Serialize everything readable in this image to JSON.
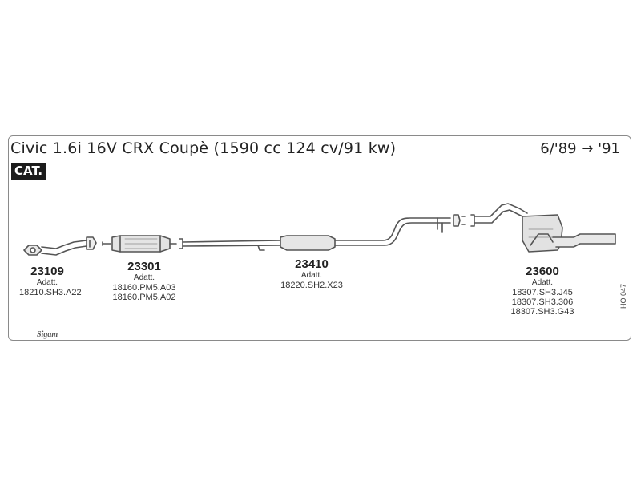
{
  "header": {
    "title": "Civic 1.6i 16V CRX Coupè (1590 cc 124 cv/91 kw)",
    "years": "6/'89 → '91",
    "badge": "CAT."
  },
  "parts": [
    {
      "number": "23109",
      "adatt_label": "Adatt.",
      "refs": [
        "18210.SH3.A22"
      ]
    },
    {
      "number": "23301",
      "adatt_label": "Adatt.",
      "refs": [
        "18160.PM5.A03",
        "18160.PM5.A02"
      ]
    },
    {
      "number": "23410",
      "adatt_label": "Adatt.",
      "refs": [
        "18220.SH2.X23"
      ]
    },
    {
      "number": "23600",
      "adatt_label": "Adatt.",
      "refs": [
        "18307.SH3.J45",
        "18307.SH3.306",
        "18307.SH3.G43"
      ]
    }
  ],
  "diagram_code": "HO 047",
  "brand_logo": "Sigam"
}
